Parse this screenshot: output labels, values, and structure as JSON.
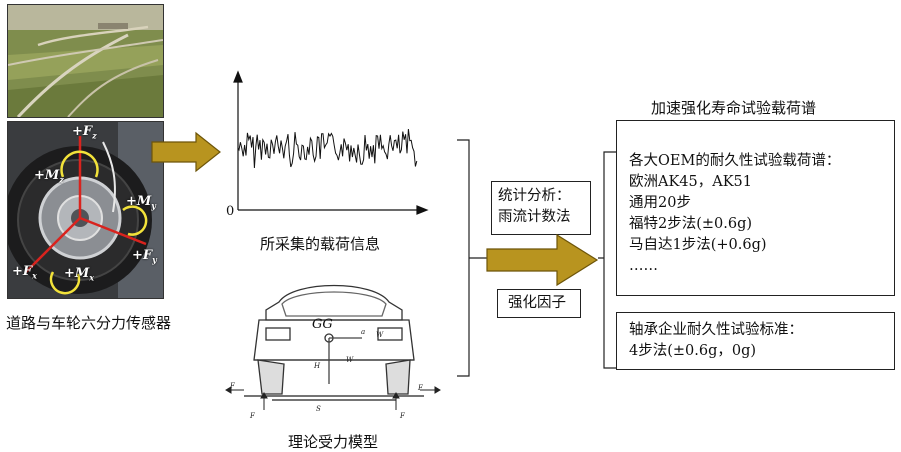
{
  "sensor": {
    "caption": "道路与车轮六分力传感器",
    "force_labels": [
      "+F",
      "+M",
      "+M",
      "+F",
      "+F",
      "+M"
    ],
    "force_subs": [
      "z",
      "z",
      "y",
      "y",
      "x",
      "x"
    ]
  },
  "signal": {
    "caption": "所采集的载荷信息",
    "zero_label": "0"
  },
  "model": {
    "caption": "理论受力模型",
    "cg_label": "GG",
    "symbols": [
      "a",
      "W",
      "W",
      "H",
      "F",
      "F",
      "S",
      "F",
      "F"
    ]
  },
  "process": {
    "stat_line1": "统计分析：",
    "stat_line2": "雨流计数法",
    "factor": "强化因子"
  },
  "spectrum": {
    "title": "加速强化寿命试验载荷谱",
    "oem_lines": [
      "各大OEM的耐久性试验载荷谱：",
      "欧洲AK45，AK51",
      "通用20步",
      "福特2步法(±0.6g)",
      "马自达1步法(+0.6g)",
      "……"
    ],
    "bearing_lines": [
      "轴承企业耐久性试验标准：",
      "4步法(±0.6g，0g)"
    ]
  },
  "colors": {
    "arrow": "#b8941f",
    "arrow_edge": "#6d5509"
  }
}
